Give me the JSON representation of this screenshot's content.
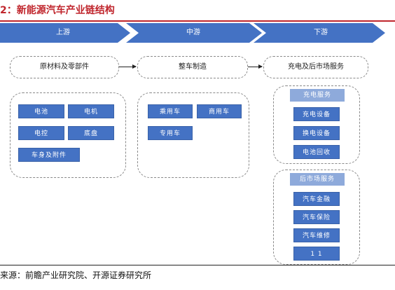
{
  "title": "2：新能源汽车产业链结构",
  "stages": [
    "上游",
    "中游",
    "下游"
  ],
  "nodes": {
    "upstream": "原材料及零部件",
    "midstream": "整车制造",
    "downstream": "充电及后市场服务"
  },
  "upstream_items": [
    "电池",
    "电机",
    "电控",
    "底盘",
    "车身及附件"
  ],
  "midstream_items": [
    "乘用车",
    "商用车",
    "专用车"
  ],
  "charging": {
    "header": "充电服务",
    "items": [
      "充电设备",
      "换电设备",
      "电池回收"
    ]
  },
  "aftermarket": {
    "header": "后市场服务",
    "items": [
      "汽车金融",
      "汽车保险",
      "汽车维修",
      "1 1"
    ]
  },
  "source": "来源：前瞻产业研究院、开源证券研究所",
  "colors": {
    "accent": "#c0262d",
    "stage": "#4472c4",
    "chip": "#4472c4",
    "header_chip": "#8eaadb"
  }
}
